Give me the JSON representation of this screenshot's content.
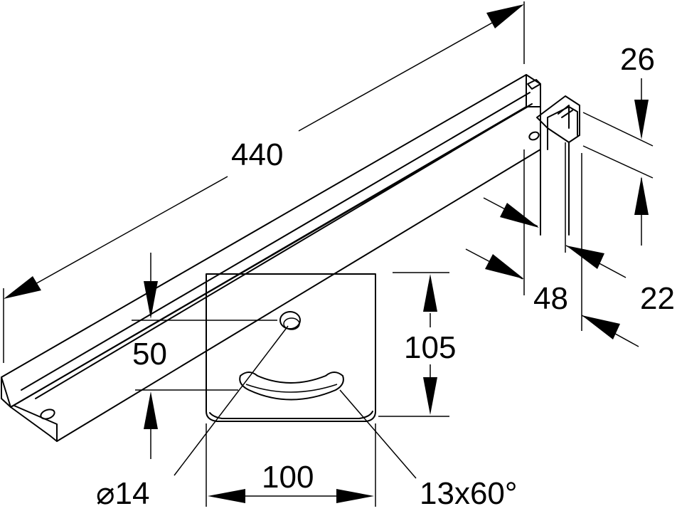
{
  "dimensions": {
    "length": "440",
    "profile_height": "26",
    "profile_width_outer": "48",
    "profile_width_inner": "22",
    "plate_height": "105",
    "hole_offset": "50",
    "plate_width": "100",
    "hole_diameter": "⌀14",
    "slot": "13x60°"
  },
  "colors": {
    "line": "#000000",
    "background": "#ffffff"
  }
}
